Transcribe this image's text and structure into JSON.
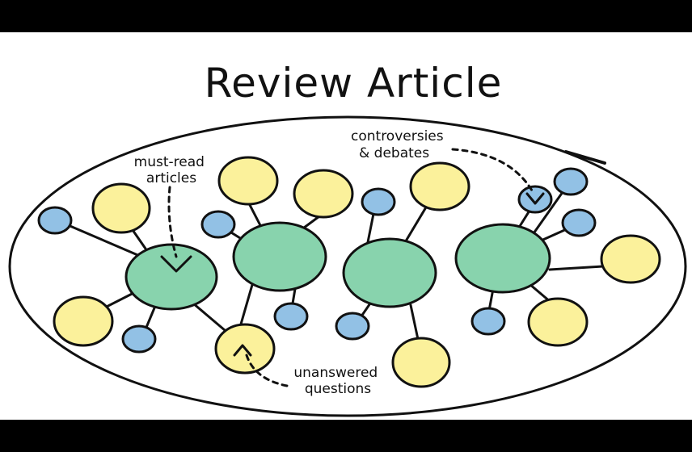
{
  "title": "Review Article",
  "annotations": {
    "must_read_line1": "must-read",
    "must_read_line2": "articles",
    "controversies_line1": "controversies",
    "controversies_line2": "& debates",
    "unanswered_line1": "unanswered",
    "unanswered_line2": "questions"
  },
  "colors": {
    "hub": "#88d3ad",
    "article": "#fbf19b",
    "minor": "#92c1e5",
    "ink": "#111111",
    "frame": "#000000",
    "background": "#ffffff"
  },
  "icons": {
    "must_read_marker": "check-arrow-icon",
    "controversy_marker": "check-arrow-icon",
    "unanswered_marker": "up-arrow-icon"
  }
}
